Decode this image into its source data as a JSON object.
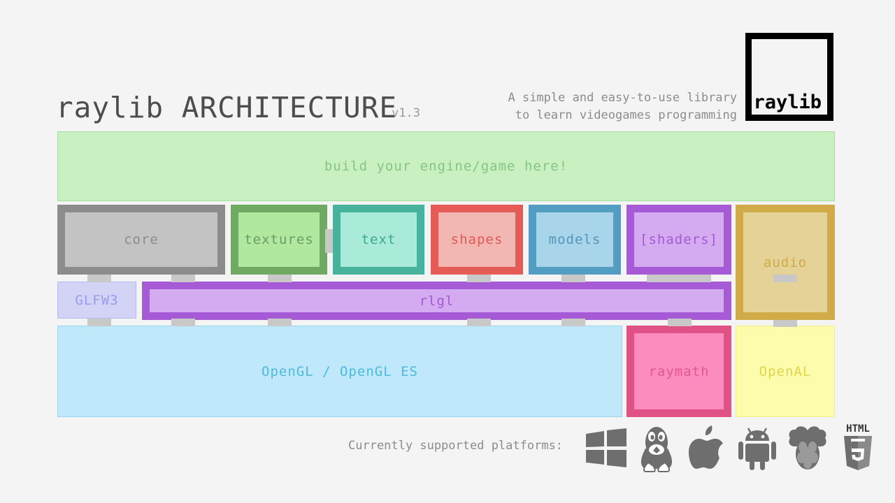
{
  "header": {
    "title_brand": "raylib",
    "title_main": "ARCHITECTURE",
    "version": "v1.3",
    "tagline_line1": "A simple and easy-to-use library",
    "tagline_line2": "to learn videogames programming",
    "logo_text": "raylib"
  },
  "banner": {
    "label": "build your engine/game here!",
    "fill": "#c8f0c0",
    "border": "#a5dca0",
    "text_color": "#86c585"
  },
  "modules": [
    {
      "label": "core",
      "fill": "#c3c3c3",
      "border": "#8c8c8c",
      "text_color": "#8c8c8c",
      "style": "thick"
    },
    {
      "label": "textures",
      "fill": "#b1e8a0",
      "border": "#6fa963",
      "text_color": "#6e9a68",
      "style": "thick"
    },
    {
      "label": "text",
      "fill": "#a9ead9",
      "border": "#47b39c",
      "text_color": "#3da68f",
      "style": "thick"
    },
    {
      "label": "shapes",
      "fill": "#f2b6b3",
      "border": "#e55b56",
      "text_color": "#e35a55",
      "style": "thick"
    },
    {
      "label": "models",
      "fill": "#a9d5ea",
      "border": "#529dc1",
      "text_color": "#5296bb",
      "style": "thick"
    },
    {
      "label": "[shaders]",
      "fill": "#d4abf0",
      "border": "#a65ad6",
      "text_color": "#a55ad4",
      "style": "thick"
    },
    {
      "label": "audio",
      "fill": "#e5d296",
      "border": "#d1ab4a",
      "text_color": "#cfa948",
      "style": "thick"
    }
  ],
  "middle": [
    {
      "label": "GLFW3",
      "fill": "#d3d3f5",
      "border": "#b9b9ee",
      "text_color": "#9a9aee",
      "style": "thin"
    },
    {
      "label": "rlgl",
      "fill": "#d4abf0",
      "border": "#a65ad6",
      "text_color": "#a55ad4",
      "style": "thick"
    }
  ],
  "bottom": [
    {
      "label": "OpenGL / OpenGL ES",
      "fill": "#bfe8fa",
      "border": "#9bd7f2",
      "text_color": "#4cb9e0",
      "style": "thin"
    },
    {
      "label": "raymath",
      "fill": "#fc8cbd",
      "border": "#e05286",
      "text_color": "#e0588c",
      "style": "thick"
    },
    {
      "label": "OpenAL",
      "fill": "#fdfcad",
      "border": "#f2ef86",
      "text_color": "#ded54a",
      "style": "thin"
    }
  ],
  "footer": {
    "label": "Currently supported platforms:",
    "icons": [
      "windows-icon",
      "linux-tux-icon",
      "apple-icon",
      "android-icon",
      "raspberry-pi-icon",
      "html5-icon"
    ],
    "icon_color": "#6e6e6e"
  },
  "colors": {
    "background": "#f4f4f4",
    "connector": "#c8c8c8",
    "ink": "#4d4d4d"
  }
}
